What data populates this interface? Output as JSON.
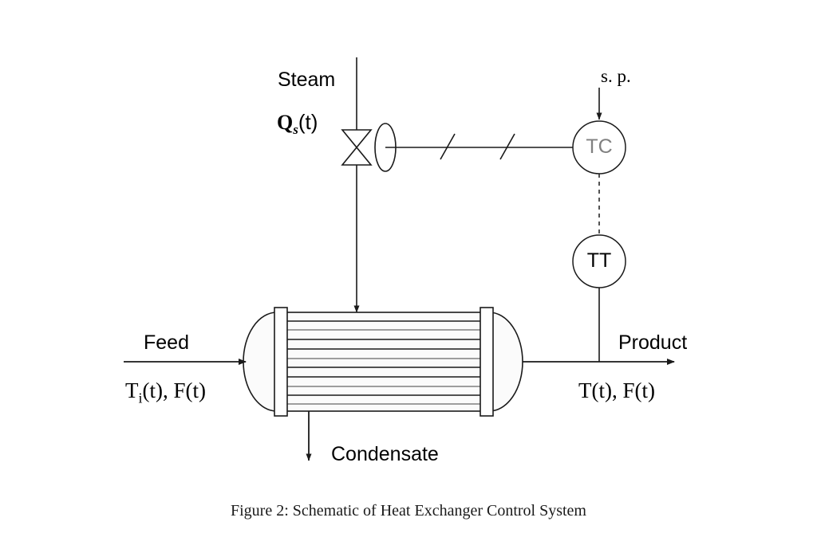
{
  "figure": {
    "caption": "Figure 2: Schematic of Heat Exchanger Control System"
  },
  "streams": {
    "steam": {
      "label": "Steam",
      "flow_symbol": "Q",
      "flow_subscript": "s",
      "flow_arg": "(t)"
    },
    "feed": {
      "label": "Feed",
      "temperature": "T",
      "temperature_subscript": "i",
      "variables_rest": "(t), F(t)"
    },
    "product": {
      "label": "Product",
      "variables": "T(t), F(t)"
    },
    "condensate": {
      "label": "Condensate"
    }
  },
  "instruments": {
    "controller": {
      "tag": "TC",
      "tag_color": "#808080"
    },
    "transmitter": {
      "tag": "TT",
      "tag_color": "#000000"
    },
    "setpoint": {
      "label": "s. p."
    },
    "valve": {
      "name": "control-valve"
    }
  },
  "colors": {
    "line": "#1a1a1a",
    "tube_light": "#808080",
    "vessel_fill": "#fbfbfb",
    "background": "#ffffff"
  }
}
